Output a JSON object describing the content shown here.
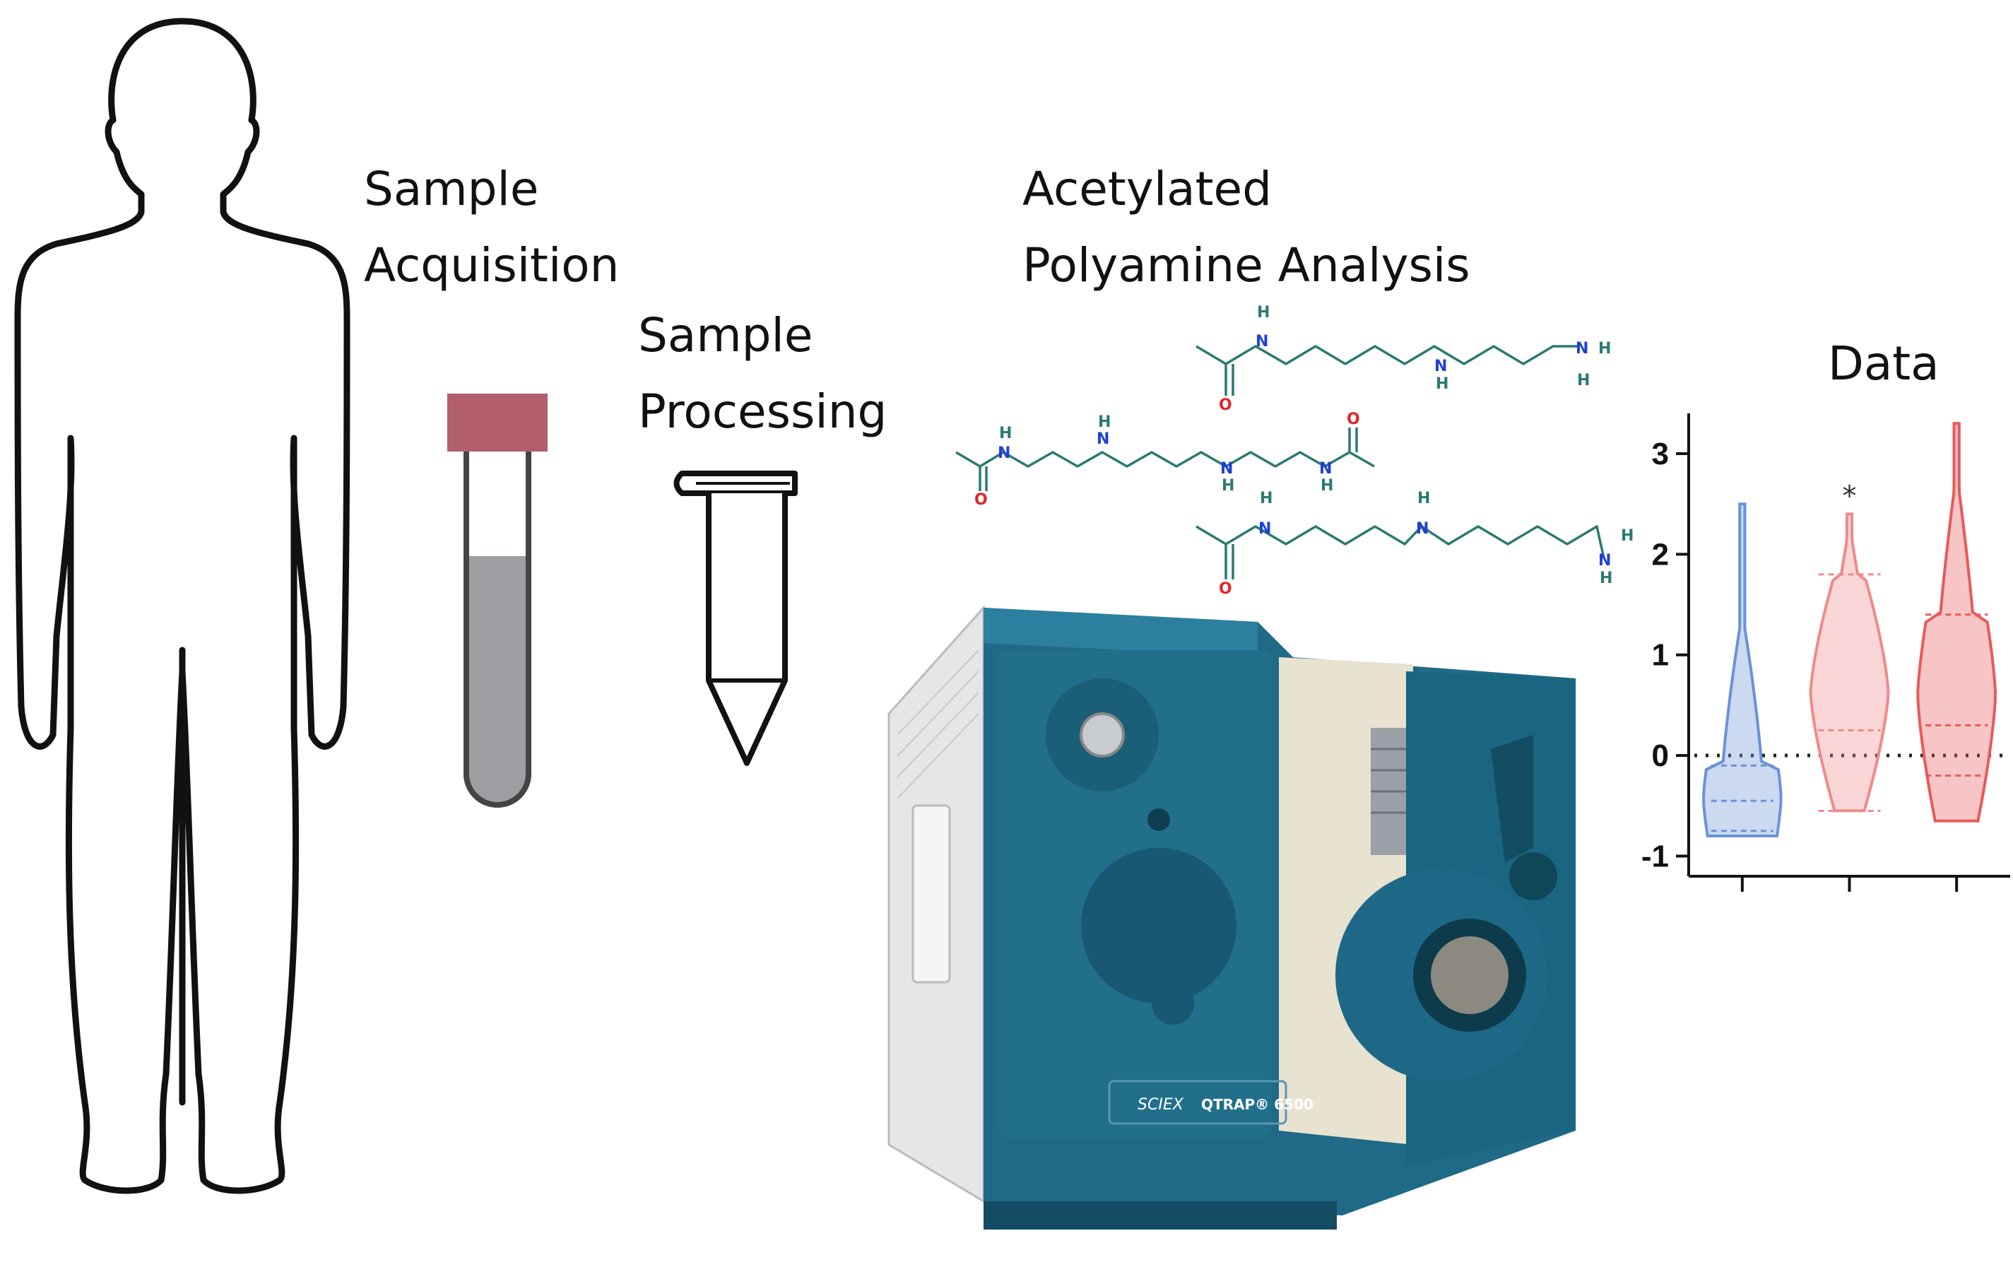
{
  "labels": {
    "sample_acquisition": [
      "Sample",
      "Acquisition"
    ],
    "sample_processing": [
      "Sample",
      "Processing"
    ],
    "polyamine_analysis": [
      "Acetylated",
      "Polyamine Analysis"
    ],
    "data": "Data"
  },
  "instrument": {
    "brand": "SCIEX",
    "model": "QTRAP® 6500"
  },
  "molecules": {
    "atoms": {
      "N": "N",
      "H": "H",
      "O": "O"
    },
    "colors": {
      "nitrogen": "#1f3fd6",
      "oxygen": "#e0262a",
      "hydrogen": "#2a7a72"
    }
  },
  "chart_data": {
    "type": "violin",
    "title": "Data",
    "xlabel": "",
    "ylabel": "",
    "ylim": [
      -1.2,
      3.4
    ],
    "yticks": [
      -1,
      0,
      1,
      2,
      3
    ],
    "reference_line": 0,
    "series": [
      {
        "color": "#6b93d6",
        "min": -0.8,
        "max": 2.5,
        "median": -0.45,
        "q1": -0.75,
        "q3": -0.1,
        "annotation": ""
      },
      {
        "color": "#f08a8a",
        "min": -0.55,
        "max": 2.4,
        "median": 0.25,
        "q1": -0.55,
        "q3": 1.8,
        "annotation": "*"
      },
      {
        "color": "#e85a5a",
        "min": -0.65,
        "max": 3.3,
        "median": 0.3,
        "q1": -0.2,
        "q3": 1.4,
        "annotation": ""
      }
    ]
  }
}
